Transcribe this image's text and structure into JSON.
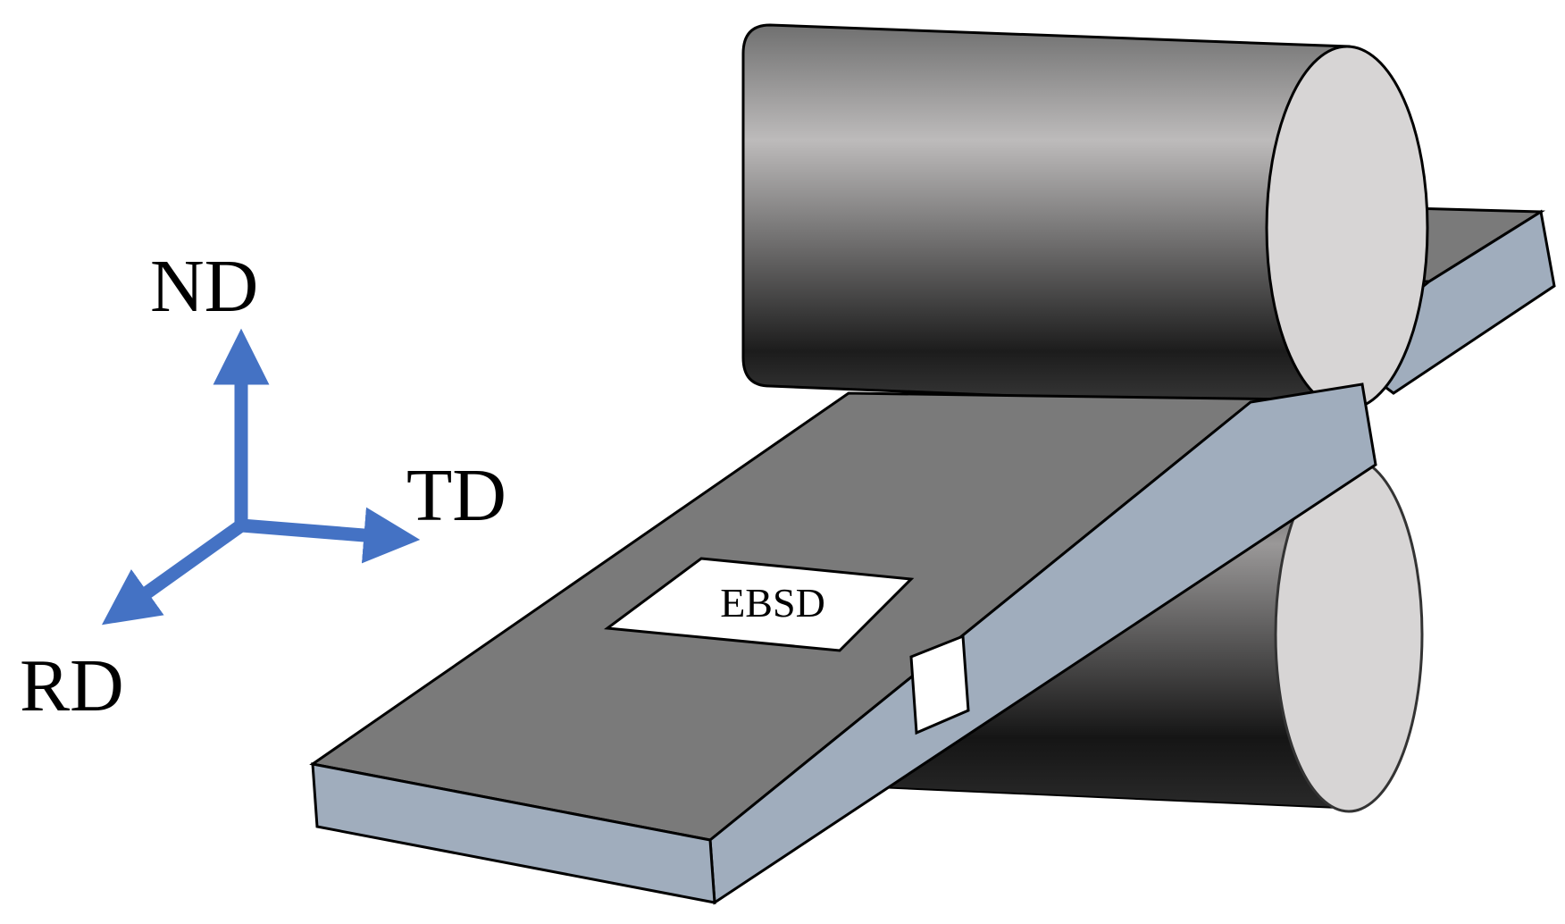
{
  "axes": {
    "normal": "ND",
    "transverse": "TD",
    "rolling": "RD",
    "arrow_color": "#4472C4"
  },
  "sample": {
    "label": "EBSD"
  },
  "colors": {
    "sheet_top": "#7a7a7a",
    "sheet_side": "#a0adbd",
    "roll_end": "#d7d5d5",
    "outline": "#000000"
  }
}
